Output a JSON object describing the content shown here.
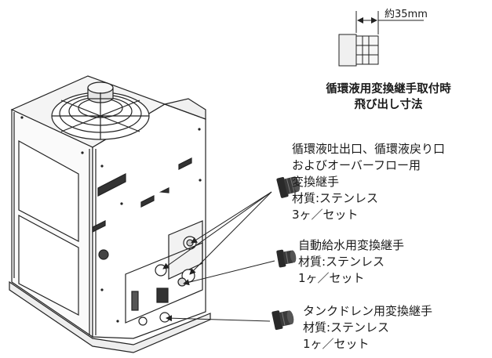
{
  "dimension": {
    "value": "約35mm",
    "caption_line1": "循環液用変換継手取付時",
    "caption_line2": "飛び出し寸法"
  },
  "callouts": [
    {
      "lines": [
        "循環液吐出口、循環液戻り口",
        "およびオーバーフロー用",
        "変換継手",
        "材質:ステンレス",
        "3ヶ／セット"
      ]
    },
    {
      "lines": [
        "自動給水用変換継手",
        "材質:ステンレス",
        "1ヶ／セット"
      ]
    },
    {
      "lines": [
        "タンクドレン用変換継手",
        "材質:ステンレス",
        "1ヶ／セット"
      ]
    }
  ],
  "colors": {
    "line": "#222222",
    "fitting": "#1a1a1a"
  }
}
